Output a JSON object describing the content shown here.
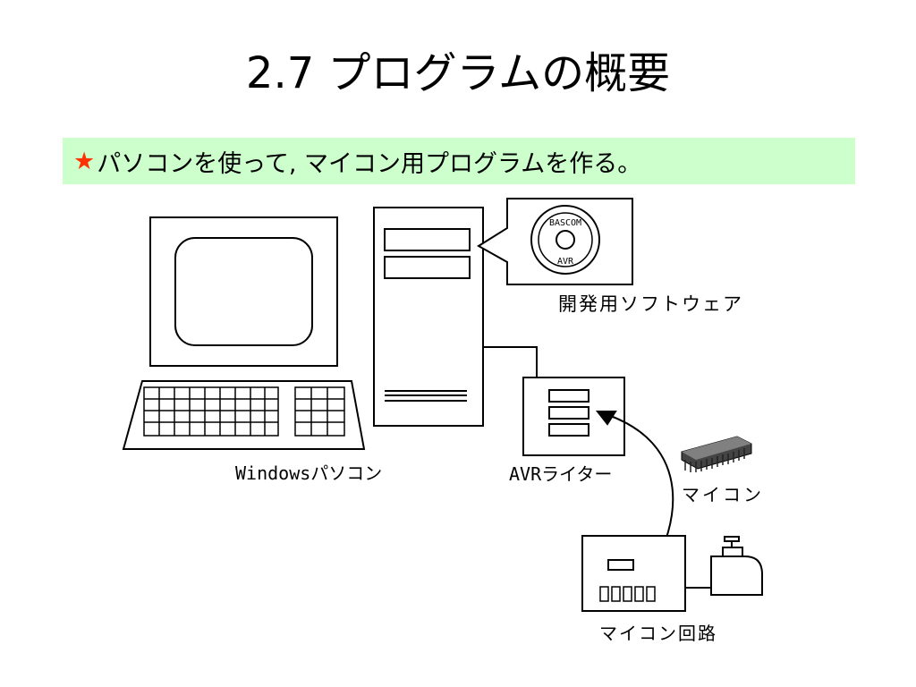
{
  "title": "2.7 プログラムの概要",
  "banner": {
    "star": "★",
    "text": "パソコンを使って, マイコン用プログラムを作る。"
  },
  "labels": {
    "pc": "Windowsパソコン",
    "software": "開発用ソフトウェア",
    "cd_top": "BASCOM",
    "cd_bottom": "AVR",
    "writer": "AVRライター",
    "mcu": "マイコン",
    "circuit": "マイコン回路"
  }
}
